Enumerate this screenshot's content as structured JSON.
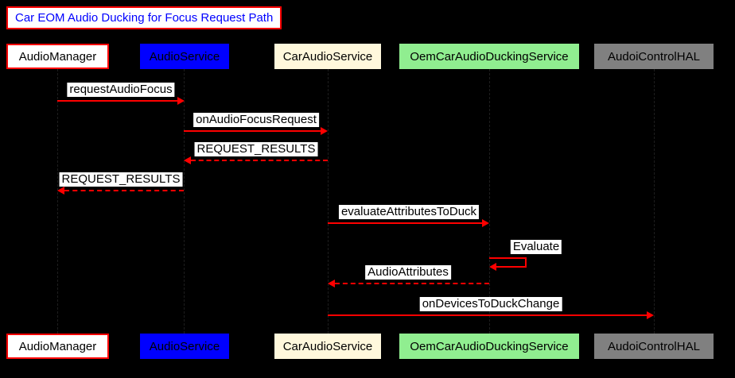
{
  "diagram": {
    "title": "Car EOM Audio Ducking for Focus Request Path",
    "participants": [
      {
        "label": "AudioManager",
        "fill": "#ffffff",
        "border": "#ff0000",
        "text": "#000000"
      },
      {
        "label": "AudioService",
        "fill": "#0000ff",
        "text": "#000000"
      },
      {
        "label": "CarAudioService",
        "fill": "#fff8dc",
        "text": "#000000"
      },
      {
        "label": "OemCarAudioDuckingService",
        "fill": "#90ee90",
        "text": "#000000"
      },
      {
        "label": "AudoiControlHAL",
        "fill": "#808080",
        "text": "#000000"
      }
    ],
    "messages": [
      {
        "label": "requestAudioFocus",
        "from": "AudioManager",
        "to": "AudioService",
        "line": "solid"
      },
      {
        "label": "onAudioFocusRequest",
        "from": "AudioService",
        "to": "CarAudioService",
        "line": "solid"
      },
      {
        "label": "REQUEST_RESULTS",
        "from": "CarAudioService",
        "to": "AudioService",
        "line": "dashed"
      },
      {
        "label": "REQUEST_RESULTS",
        "from": "AudioService",
        "to": "AudioManager",
        "line": "dashed"
      },
      {
        "label": "evaluateAttributesToDuck",
        "from": "CarAudioService",
        "to": "OemCarAudioDuckingService",
        "line": "solid"
      },
      {
        "label": "Evaluate",
        "from": "OemCarAudioDuckingService",
        "to": "OemCarAudioDuckingService",
        "line": "solid"
      },
      {
        "label": "AudioAttributes",
        "from": "OemCarAudioDuckingService",
        "to": "CarAudioService",
        "line": "dashed"
      },
      {
        "label": "onDevicesToDuckChange",
        "from": "CarAudioService",
        "to": "AudoiControlHAL",
        "line": "solid"
      }
    ],
    "colors": {
      "background": "#000000",
      "arrow": "#ff0000",
      "title_text": "#0000ff",
      "title_border": "#ff0000",
      "label_background": "#ffffff",
      "label_text": "#000000"
    }
  }
}
